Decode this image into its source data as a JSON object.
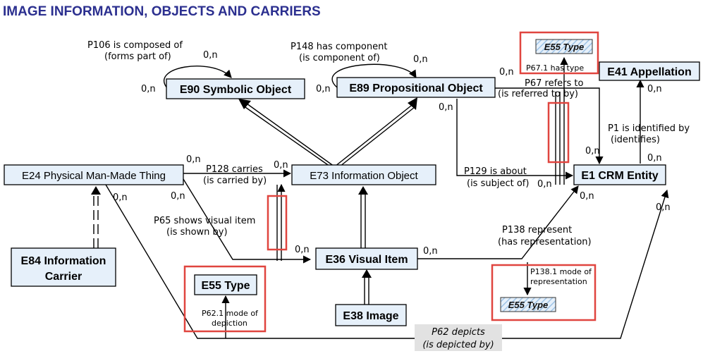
{
  "title": "IMAGE INFORMATION, OBJECTS AND CARRIERS",
  "nodes": {
    "e90": "E90 Symbolic Object",
    "e89": "E89 Propositional Object",
    "e41": "E41 Appellation",
    "e24": "E24 Physical Man-Made Thing",
    "e73": "E73 Information Object",
    "e1": "E1 CRM Entity",
    "e84_line1": "E84 Information",
    "e84_line2": "Carrier",
    "e36": "E36 Visual Item",
    "e38": "E38 Image",
    "e55_left": "E55 Type",
    "e55_top": "E55 Type",
    "e55_right": "E55 Type"
  },
  "properties": {
    "p106_line1": "P106 is composed of",
    "p106_line2": "(forms part of)",
    "p148_line1": "P148 has component",
    "p148_line2": "(is component of)",
    "p67_line1": "P67 refers to",
    "p67_line2": "(is referred to by)",
    "p67_1": "P67.1 has type",
    "p1_line1": "P1 is identified by",
    "p1_line2": "(identifies)",
    "p128_line1": "P128 carries",
    "p128_line2": "(is carried by)",
    "p129_line1": "P129 is about",
    "p129_line2": "(is subject of)",
    "p65_line1": "P65 shows visual item",
    "p65_line2": "(is shown by)",
    "p138_line1": "P138 represent",
    "p138_line2": "(has representation)",
    "p138_1_line1": "P138.1 mode of",
    "p138_1_line2": "representation",
    "p62_1_line1": "P62.1 mode of",
    "p62_1_line2": "depiction",
    "p62_line1": "P62 depicts",
    "p62_line2": "(is depicted by)"
  },
  "cardinality": "0,n",
  "colors": {
    "title": "#2b2f8f",
    "node_fill": "#e6f0fa",
    "highlight": "#e0453f",
    "hatch": "#9ec3e6"
  }
}
